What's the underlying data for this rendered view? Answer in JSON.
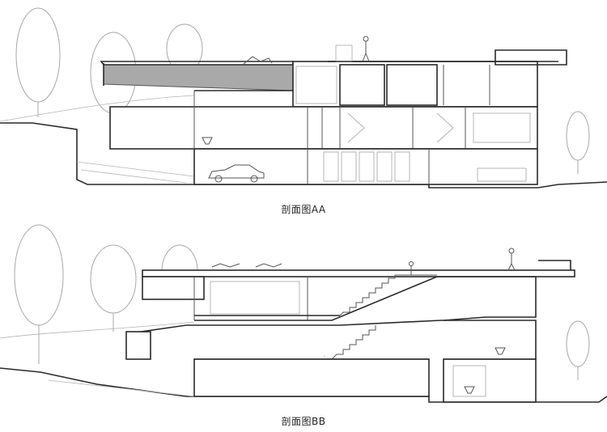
{
  "figures": [
    {
      "id": "section-aa",
      "caption": "剖面图AA"
    },
    {
      "id": "section-bb",
      "caption": "剖面图BB"
    }
  ],
  "colors": {
    "background": "#ffffff",
    "cut_line": "#2a2a2a",
    "context_line": "#b5b5b5",
    "roof_fill": "#a9a9a9"
  },
  "icons": [
    "tree-icon",
    "car-icon",
    "person-icon",
    "lounger-icon",
    "toilet-icon"
  ]
}
